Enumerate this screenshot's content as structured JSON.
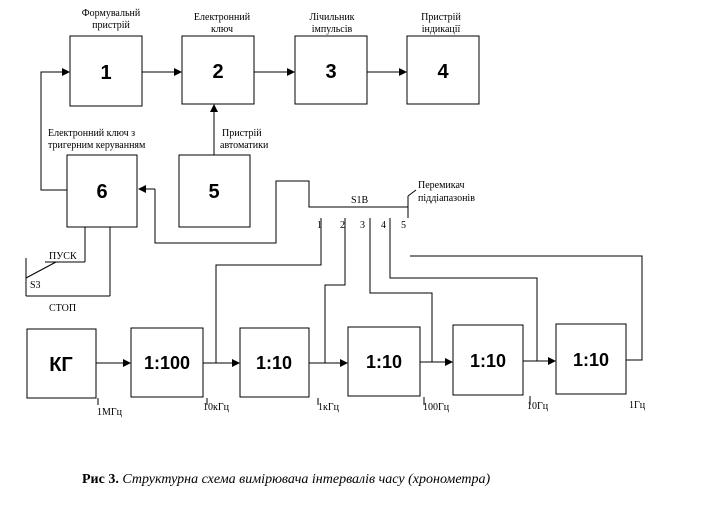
{
  "blocks": {
    "b1": {
      "num": "1",
      "label": [
        "Формувальнй",
        "пристрій"
      ]
    },
    "b2": {
      "num": "2",
      "label": [
        "Електронний",
        "ключ"
      ]
    },
    "b3": {
      "num": "3",
      "label": [
        "Лічильник",
        "імпульсів"
      ]
    },
    "b4": {
      "num": "4",
      "label": [
        "Пристрій",
        "індикації"
      ]
    },
    "b5": {
      "num": "5",
      "label": [
        "Пристрій",
        "автоматики"
      ]
    },
    "b6": {
      "num": "6",
      "label": [
        "Електронний ключ з",
        "тригерним керуванням"
      ]
    }
  },
  "switch": {
    "name": "S1B",
    "label": [
      "Перемикач",
      "піддіапазонів"
    ],
    "positions": [
      "1",
      "2",
      "3",
      "4",
      "5"
    ]
  },
  "control": {
    "start": "ПУСК",
    "stop": "СТОП",
    "s3": "S3"
  },
  "chain": {
    "generator": "КГ",
    "dividers": [
      "1:100",
      "1:10",
      "1:10",
      "1:10",
      "1:10"
    ],
    "freqs": [
      "1МГц",
      "10кГц",
      "1кГц",
      "100Гц",
      "10Гц",
      "1Гц"
    ]
  },
  "caption": {
    "prefix": "Рис 3.",
    "text": "Структурна схема вимірювача інтервалів часу (хронометра)"
  }
}
